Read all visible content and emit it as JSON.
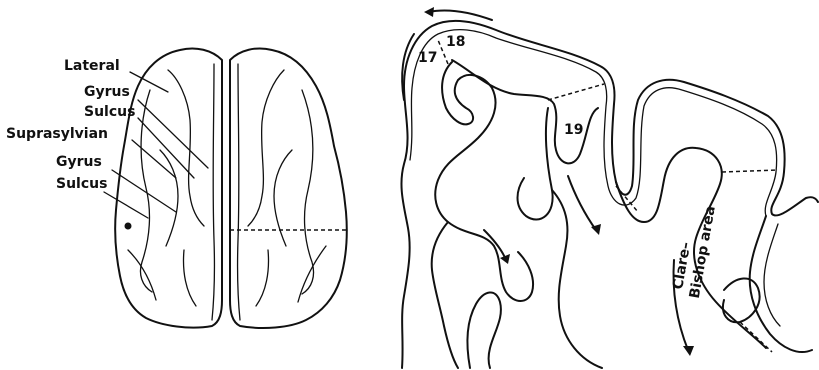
{
  "brain_labels": {
    "lateral": "Lateral",
    "gyrus_1": "Gyrus",
    "sulcus_1": "Sulcus",
    "suprasylvian": "Suprasylvian",
    "gyrus_2": "Gyrus",
    "sulcus_2": "Sulcus"
  },
  "section_labels": {
    "area_17": "17",
    "area_18": "18",
    "area_19": "19",
    "clare_line1": "Clare–",
    "clare_line2": "Bishop area"
  }
}
